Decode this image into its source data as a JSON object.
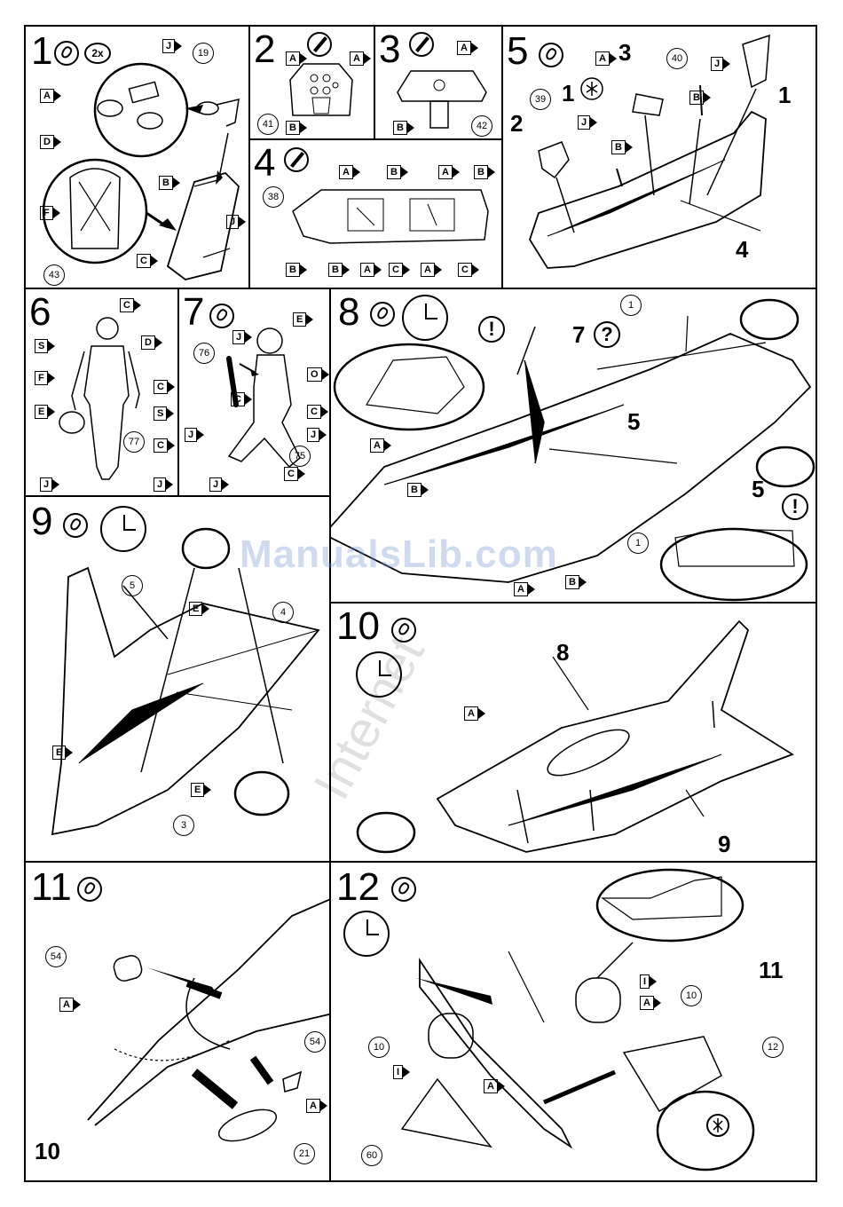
{
  "steps": {
    "s1": {
      "num": "1",
      "badge": "2x",
      "tags": [
        "J",
        "A",
        "D",
        "B",
        "F",
        "C",
        "J"
      ],
      "parts": [
        "19",
        "43"
      ]
    },
    "s2": {
      "num": "2",
      "tags": [
        "A",
        "A",
        "B"
      ],
      "parts": [
        "41"
      ]
    },
    "s3": {
      "num": "3",
      "tags": [
        "A",
        "B"
      ],
      "parts": [
        "42"
      ]
    },
    "s4": {
      "num": "4",
      "tags": [
        "A",
        "B",
        "A",
        "B",
        "B",
        "B",
        "A",
        "C",
        "A",
        "C"
      ],
      "parts": [
        "38"
      ]
    },
    "s5": {
      "num": "5",
      "tags": [
        "A",
        "J",
        "B",
        "J",
        "B"
      ],
      "parts": [
        "40",
        "39"
      ],
      "labels": [
        "3",
        "1",
        "2",
        "1",
        "4"
      ]
    },
    "s6": {
      "num": "6",
      "tags": [
        "C",
        "S",
        "D",
        "F",
        "C",
        "E",
        "S",
        "C",
        "J",
        "J"
      ],
      "parts": [
        "77"
      ]
    },
    "s7": {
      "num": "7",
      "tags": [
        "E",
        "J",
        "O",
        "C",
        "C",
        "J",
        "J",
        "C",
        "J"
      ],
      "parts": [
        "76",
        "75"
      ]
    },
    "s8": {
      "num": "8",
      "tags": [
        "A",
        "B",
        "A",
        "B"
      ],
      "parts": [
        "1",
        "1"
      ],
      "labels": [
        "7",
        "?",
        "5",
        "5"
      ]
    },
    "s9": {
      "num": "9",
      "tags": [
        "E",
        "E",
        "E"
      ],
      "parts": [
        "5",
        "4",
        "3"
      ]
    },
    "s10": {
      "num": "10",
      "tags": [
        "A"
      ],
      "labels": [
        "8",
        "9"
      ]
    },
    "s11": {
      "num": "11",
      "tags": [
        "A",
        "A"
      ],
      "parts": [
        "54",
        "54",
        "21"
      ],
      "labels": [
        "10"
      ]
    },
    "s12": {
      "num": "12",
      "tags": [
        "I",
        "A",
        "I",
        "A"
      ],
      "parts": [
        "10",
        "10",
        "12",
        "60"
      ],
      "labels": [
        "11"
      ]
    }
  },
  "watermark": {
    "main": "ManualsLib.com",
    "diag": "Internet"
  }
}
